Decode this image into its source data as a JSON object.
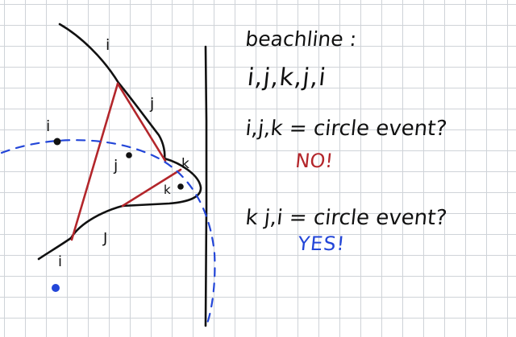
{
  "colors": {
    "ink": "#111111",
    "red": "#b3262b",
    "blue": "#2346d8",
    "grid": "#cfd3d8"
  },
  "sites": {
    "upper_i": "i",
    "middle_j": "j",
    "right_k": "k",
    "lower_i": "i"
  },
  "arc_labels": {
    "top_i": "i",
    "upper_j": "j",
    "k": "k",
    "lower_j": "J",
    "bottom_i": "i"
  },
  "notes": {
    "beachline_title": "beachline :",
    "beachline_sequence": "i,j,k,j,i",
    "question1": "i,j,k = circle event?",
    "answer1": "NO!",
    "question2": "k j,i = circle event?",
    "answer2": "YES!"
  }
}
